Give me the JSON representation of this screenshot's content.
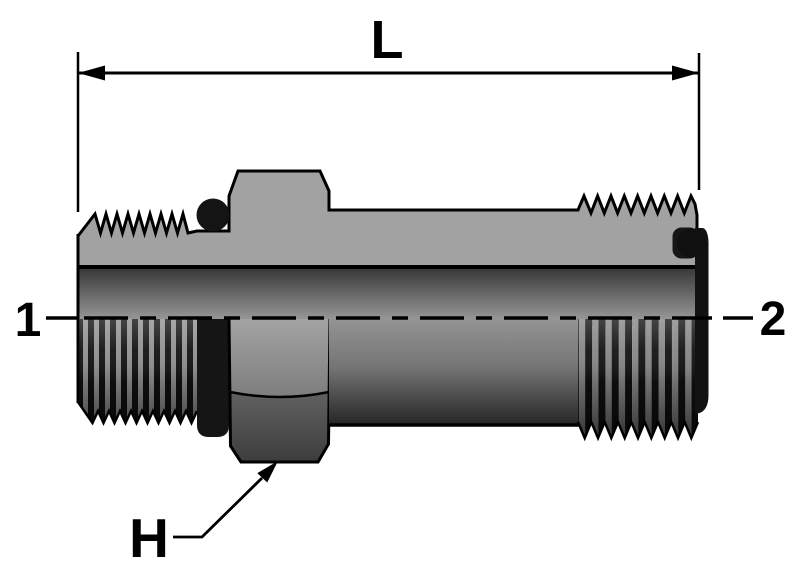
{
  "drawing": {
    "description": "Technical side-view drawing of a hydraulic male adapter fitting (male thread both ends, wrench hex, O-ring seals) with overall length dimension",
    "labels": {
      "length": "L",
      "port_left": "1",
      "port_right": "2",
      "hex_flats": "H"
    },
    "colors": {
      "outline": "#000000",
      "body_gray": "#a2a2a2",
      "shade_dark": "#3a3a3a",
      "hex_dark": "#545454",
      "oring_black": "#151515",
      "background": "#ffffff"
    }
  }
}
